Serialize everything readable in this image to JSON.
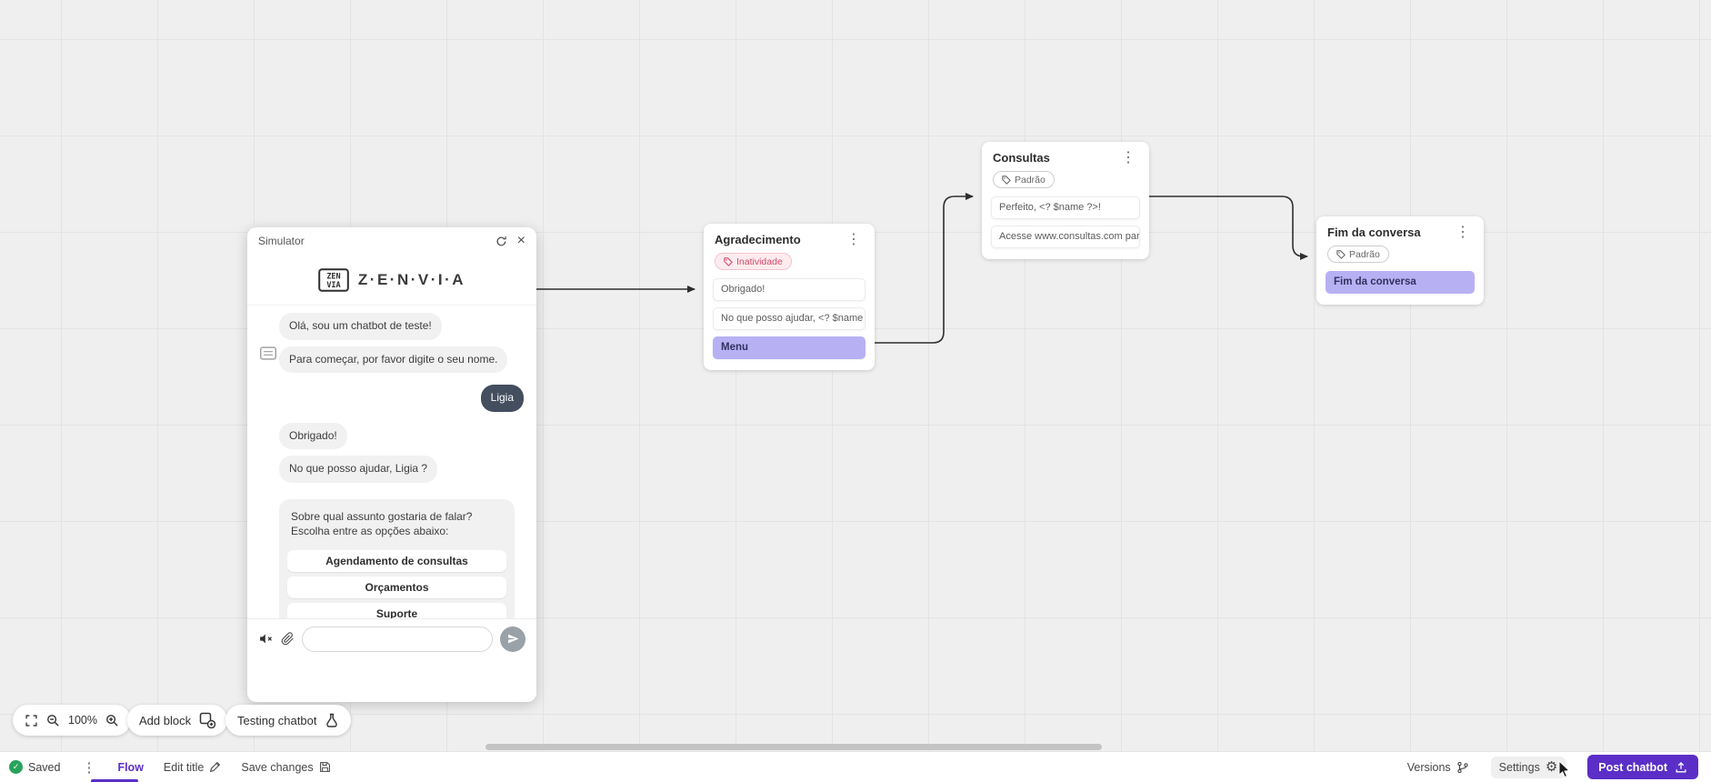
{
  "simulator": {
    "title": "Simulator",
    "brand_wordmark": "Z·E·N·V·I·A",
    "messages": [
      {
        "from": "bot",
        "text": "Olá, sou um chatbot de teste!"
      },
      {
        "from": "bot",
        "text": "Para começar, por favor digite o seu nome."
      },
      {
        "from": "user",
        "text": "Ligia"
      },
      {
        "from": "bot",
        "text": "Obrigado!"
      },
      {
        "from": "bot",
        "text": "No que posso ajudar, Ligia ?"
      }
    ],
    "menu_prompt": "Sobre qual assunto gostaria de falar? Escolha entre as opções abaixo:",
    "quick_replies": [
      "Agendamento de consultas",
      "Orçamentos",
      "Suporte"
    ],
    "input": {
      "value": ""
    }
  },
  "nodes": [
    {
      "title": "Agradecimento",
      "badge": {
        "label": "Inatividade",
        "type": "inactivity"
      },
      "rows": [
        {
          "type": "message",
          "text": "Obrigado!"
        },
        {
          "type": "message",
          "text": "No que posso ajudar, <? $name ..."
        },
        {
          "type": "menu",
          "text": "Menu"
        }
      ]
    },
    {
      "title": "Consultas",
      "badge": {
        "label": "Padrão",
        "type": "default"
      },
      "rows": [
        {
          "type": "message",
          "text": "Perfeito, <? $name ?>!"
        },
        {
          "type": "message",
          "text": "Acesse www.consultas.com par..."
        }
      ]
    },
    {
      "title": "Fim da conversa",
      "badge": {
        "label": "Padrão",
        "type": "default"
      },
      "rows": [
        {
          "type": "menu",
          "text": "Fim da conversa"
        }
      ]
    }
  ],
  "canvas_toolbar": {
    "zoom_level": "100%",
    "add_block_label": "Add block",
    "testing_label": "Testing chatbot"
  },
  "status_bar": {
    "saved_label": "Saved",
    "flow_tab": "Flow",
    "edit_title_label": "Edit title",
    "save_changes_label": "Save changes",
    "versions_label": "Versions",
    "settings_label": "Settings",
    "post_button": "Post chatbot"
  },
  "colors": {
    "accent_purple": "#5b2ec7",
    "menu_row_lavender": "#b7b1f4",
    "inactivity_pink": "#d2486a",
    "saved_green": "#27a35c",
    "wire_dark": "#2e2e2e"
  }
}
